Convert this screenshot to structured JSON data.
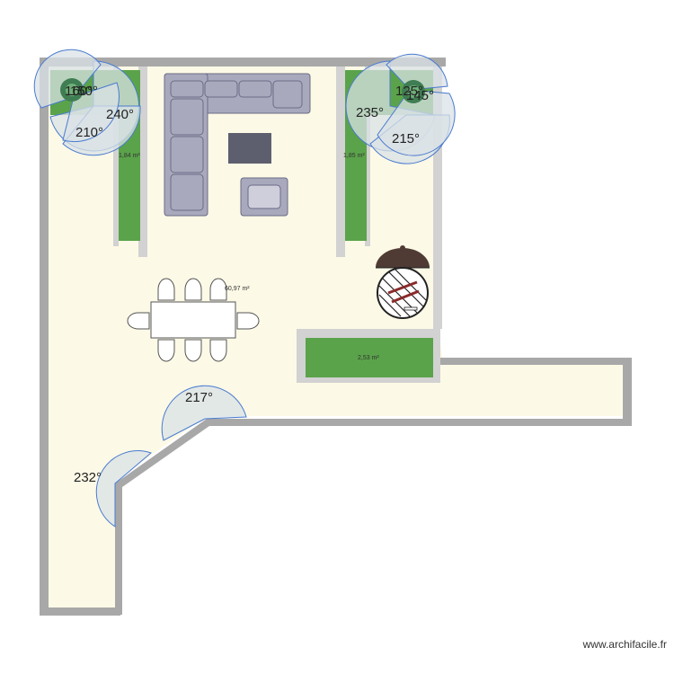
{
  "plan": {
    "areas": [
      {
        "id": "main",
        "text": "60,97 m²"
      },
      {
        "id": "bed-left",
        "text": "1,84 m²"
      },
      {
        "id": "bed-right",
        "text": "1,85 m²"
      },
      {
        "id": "bed-bottom",
        "text": "2,53 m²"
      }
    ],
    "angles": [
      {
        "id": "tl-a",
        "text": "160°"
      },
      {
        "id": "tl-b",
        "text": "150°"
      },
      {
        "id": "tl-c",
        "text": "240°"
      },
      {
        "id": "tl-d",
        "text": "210°"
      },
      {
        "id": "tr-a",
        "text": "125°"
      },
      {
        "id": "tr-b",
        "text": "145°"
      },
      {
        "id": "tr-c",
        "text": "235°"
      },
      {
        "id": "tr-d",
        "text": "215°"
      },
      {
        "id": "mid",
        "text": "217°"
      },
      {
        "id": "low",
        "text": "232°"
      }
    ],
    "colors": {
      "floor": "#fcf9e6",
      "wall": "#a8a8a8",
      "wall_inner": "#d2d2d2",
      "planter": "#5aa34a",
      "furniture": "#a9a9bd",
      "furniture_edge": "#6a6a86",
      "dark_furniture": "#5e5f6e",
      "arc": "#4a7bd0",
      "arc_fill": "#d9e2e6"
    }
  },
  "footer": {
    "watermark": "www.archifacile.fr"
  }
}
